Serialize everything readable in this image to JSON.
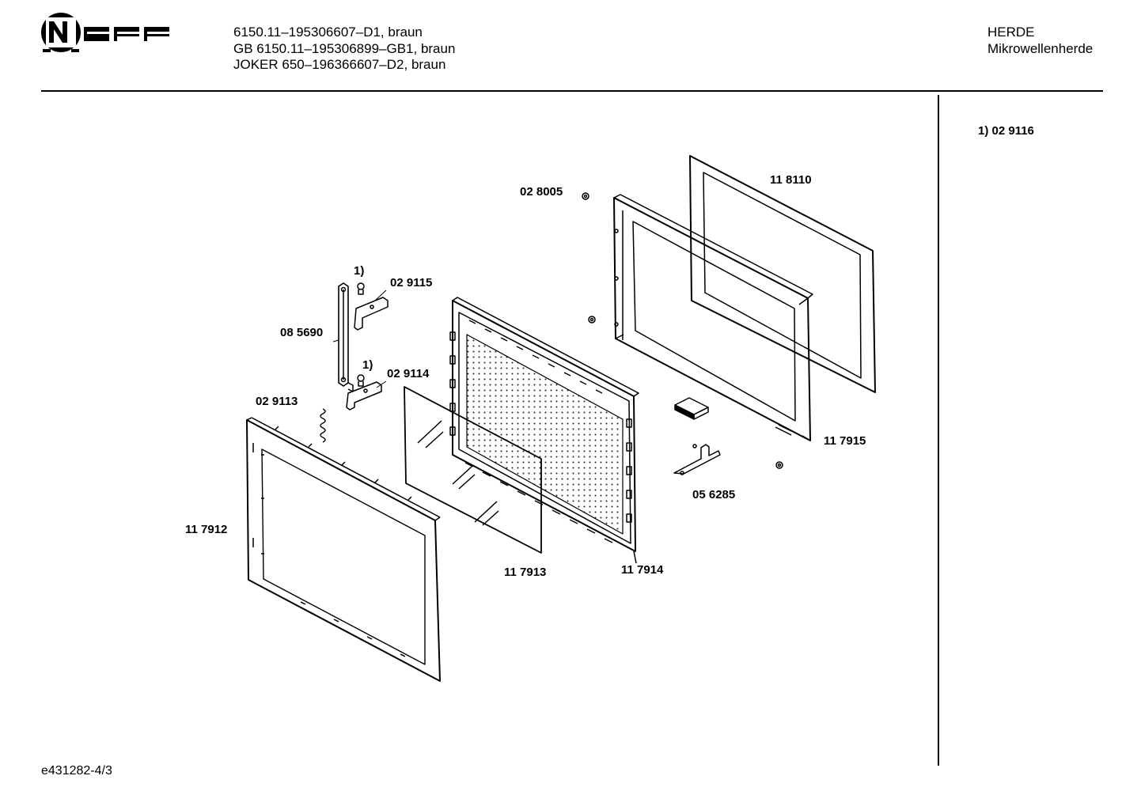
{
  "header": {
    "brand": "NEFF",
    "models": [
      "6150.11–195306607–D1, braun",
      "GB 6150.11–195306899–GB1, braun",
      "JOKER 650–196366607–D2, braun"
    ],
    "category": "HERDE",
    "subcategory": "Mikrowellenherde"
  },
  "footnote": "1)  02 9116",
  "doc_code": "e431282-4/3",
  "parts": {
    "p118110": "11 8110",
    "p028005": "02 8005",
    "p1": "1)",
    "p029115": "02 9115",
    "p085690": "08 5690",
    "p1b": "1)",
    "p029114": "02 9114",
    "p029113": "02 9113",
    "p117915": "11 7915",
    "p056285": "05 6285",
    "p117912": "11 7912",
    "p117913": "11 7913",
    "p117914": "11 7914"
  }
}
